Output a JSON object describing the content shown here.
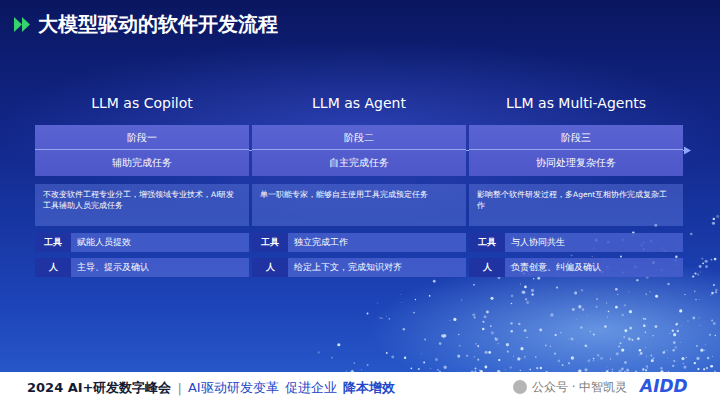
{
  "diagram": {
    "title": "大模型驱动的软件开发流程",
    "nodes": [
      {
        "text": [
          "LLM as Copilot",
          "阶段一",
          "辅助完成任务"
        ]
      },
      {
        "text": [
          "不改变软件工程专业分工，增强领域专业技术，AI研发工具辅助人员完成任务"
        ]
      },
      {
        "text": [
          "赋能人员提效"
        ]
      },
      {
        "text": [
          "工具"
        ],
        "in": 2
      },
      {
        "text": [
          "主导、提示及确认"
        ]
      },
      {
        "text": [
          "人"
        ],
        "in": 4
      },
      {
        "text": [
          "LLM as Agent",
          "阶段二",
          "自主完成任务"
        ]
      },
      {
        "text": [
          "单一职能专家，能够自主使用工具完成预定任务"
        ]
      },
      {
        "text": [
          "独立完成工作"
        ]
      },
      {
        "text": [
          "工具"
        ],
        "in": 8
      },
      {
        "text": [
          "给定上下文，完成知识对齐"
        ]
      },
      {
        "text": [
          "人"
        ],
        "in": 10
      },
      {
        "text": [
          "LLM as Multi-Agents",
          "阶段三",
          "协同处理复杂任务"
        ]
      },
      {
        "text": [
          "影响整个软件研发过程，多Agent互相协作完成复杂工作"
        ]
      },
      {
        "text": [
          "与人协同共生"
        ]
      },
      {
        "text": [
          "工具"
        ],
        "in": 14
      },
      {
        "text": [
          "负责创意、纠偏及确认"
        ]
      },
      {
        "text": [
          "人"
        ],
        "in": 16
      }
    ],
    "labels": [
      "2024 AI+研发数字峰会",
      "|",
      "AI驱动研发变革",
      "促进企业",
      "降本增效",
      "公众号 · 中智凯灵",
      "AIDD"
    ]
  }
}
